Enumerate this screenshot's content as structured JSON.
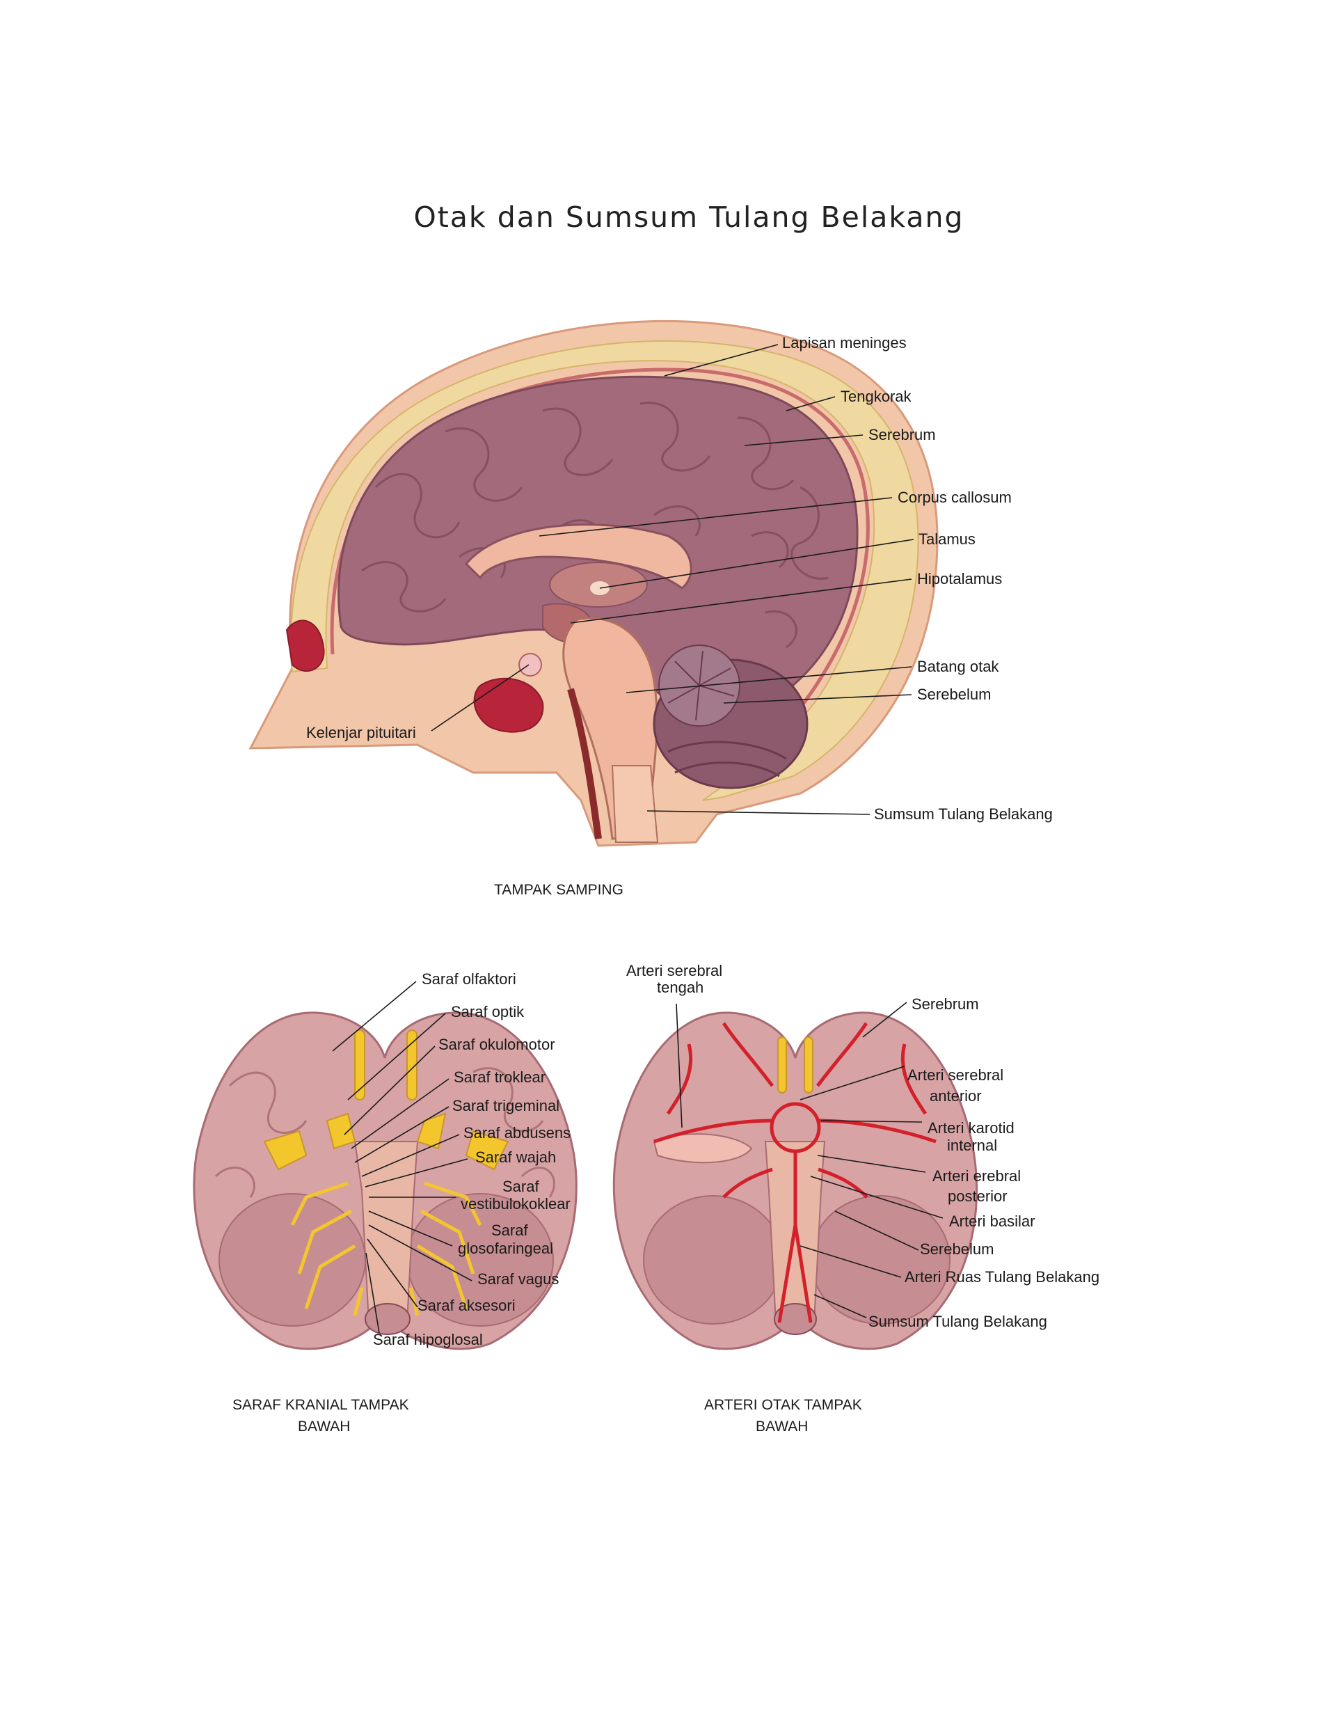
{
  "title": "Otak dan Sumsum Tulang Belakang",
  "colors": {
    "skin": "#f2c6a8",
    "skull": "#f0d9a0",
    "brain": "#a26a7a",
    "brain_light": "#d7a3a4",
    "artery": "#d3202a",
    "nerve": "#f3c62e",
    "sinus": "#b8243a"
  },
  "side_view": {
    "caption": "TAMPAK SAMPING",
    "labels": {
      "meninges": "Lapisan meninges",
      "skull": "Tengkorak",
      "cerebrum": "Serebrum",
      "corpus_callosum": "Corpus callosum",
      "thalamus": "Talamus",
      "hypothalamus": "Hipotalamus",
      "brainstem": "Batang otak",
      "cerebellum": "Serebelum",
      "spinal_cord": "Sumsum Tulang Belakang",
      "pituitary": "Kelenjar pituitari"
    }
  },
  "nerves_view": {
    "caption_line1": "SARAF KRANIAL TAMPAK",
    "caption_line2": "BAWAH",
    "labels": {
      "olfactory": "Saraf olfaktori",
      "optic": "Saraf optik",
      "oculomotor": "Saraf okulomotor",
      "trochlear": "Saraf troklear",
      "trigeminal": "Saraf trigeminal",
      "abducens": "Saraf abdusens",
      "facial": "Saraf wajah",
      "vestibulo_line1": "Saraf",
      "vestibulo_line2": "vestibulokoklear",
      "glosso_line1": "Saraf",
      "glosso_line2": "glosofaringeal",
      "vagus": "Saraf vagus",
      "accessory": "Saraf aksesori",
      "hypoglossal": "Saraf hipoglosal"
    }
  },
  "arteries_view": {
    "caption_line1": "ARTERI OTAK TAMPAK",
    "caption_line2": "BAWAH",
    "labels": {
      "middle_line1": "Arteri serebral",
      "middle_line2": "tengah",
      "cerebrum": "Serebrum",
      "anterior_line1": "Arteri serebral",
      "anterior_line2": "anterior",
      "carotid_line1": "Arteri karotid",
      "carotid_line2": "internal",
      "posterior_line1": "Arteri erebral",
      "posterior_line2": "posterior",
      "basilar": "Arteri basilar",
      "cerebellum": "Serebelum",
      "vertebral": "Arteri Ruas Tulang Belakang",
      "spinal_cord": "Sumsum Tulang Belakang"
    }
  }
}
